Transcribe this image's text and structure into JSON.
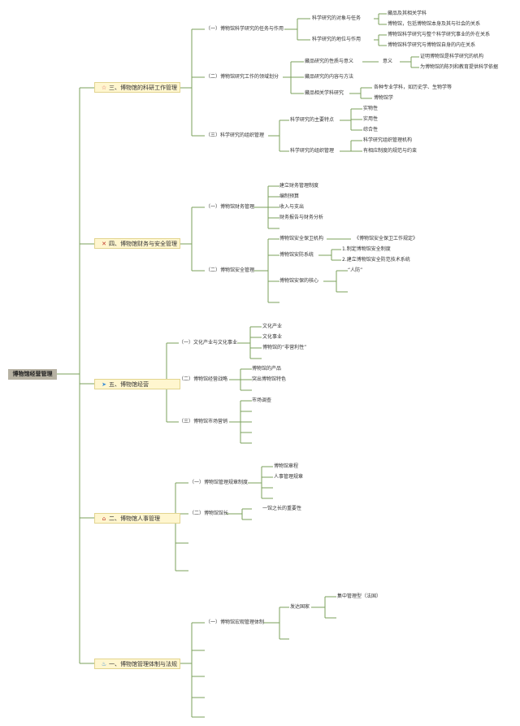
{
  "root": "博物馆经营管理",
  "colors": {
    "line": "#7ba05b",
    "root_bg": "#b7b2a3",
    "main_bg": "#fff6cf",
    "main_border": "#e2d48f"
  },
  "icons": [
    "star-icon",
    "tools-icon",
    "paper-plane-icon",
    "house-icon",
    "flame-icon"
  ],
  "sections": [
    {
      "title": "三、博物馆的科研工作管理",
      "sub": [
        {
          "title": "（一）博物馆科学研究的任务与作用",
          "items": [
            {
              "label": "科学研究的对象与任务",
              "items": [
                "藏品及其相关学科",
                "博物馆，包括博物馆本身及其与社会的关系"
              ]
            },
            {
              "label": "科学研究的地位与作用",
              "items": [
                "博物馆科学研究与整个科学研究事业的外在关系",
                "博物馆科学研究与博物馆自身的内在关系"
              ]
            }
          ]
        },
        {
          "title": "（二）博物馆研究工作的领域划分",
          "items": [
            {
              "label": "藏品研究的性质与意义",
              "items": [
                "意义"
              ],
              "deep": [
                "证明博物馆是科学研究的机构",
                "为博物馆的陈列和教育提供科学依据"
              ]
            },
            {
              "label": "藏品研究的内容与方法",
              "items": []
            },
            {
              "label": "藏品相关学科研究",
              "items": [
                "各种专业学科，如历史学、生物学等",
                "博物馆学"
              ]
            }
          ]
        },
        {
          "title": "（三）科学研究的组织管理",
          "items": [
            {
              "label": "科学研究的主要特点",
              "items": [
                "实物性",
                "实用性",
                "综合性"
              ]
            },
            {
              "label": "科学研究的组织管理",
              "items": [
                "科学研究组织管理机构",
                "有相应制度的规范与约束"
              ]
            }
          ]
        }
      ]
    },
    {
      "title": "四、博物馆财务与安全管理",
      "sub": [
        {
          "title": "（一）博物馆财务管理",
          "items": [
            "建立财务管理制度",
            "编制预算",
            "收入与支出",
            "财务报告与财务分析"
          ]
        },
        {
          "title": "（二）博物馆安全管理",
          "items": [
            {
              "label": "博物馆安全保卫机构",
              "items": [
                "《博物馆安全保卫工作规定》"
              ]
            },
            {
              "label": "博物馆安防系统",
              "items": [
                "1.制定博物馆安全制度",
                "2.建立博物馆安全防范技术系统"
              ]
            },
            {
              "label": "博物馆安保的核心",
              "items": [
                "“人防”"
              ]
            }
          ]
        }
      ]
    },
    {
      "title": "五、博物馆经营",
      "sub": [
        {
          "title": "（一）文化产业与文化事业",
          "items": [
            "文化产业",
            "文化事业",
            "博物馆的“非营利性”"
          ]
        },
        {
          "title": "（二）博物馆经营战略",
          "items": [
            "博物馆的产品",
            "突出博物馆特色"
          ]
        },
        {
          "title": "（三）博物馆市场营销",
          "items": [
            "市场调查"
          ]
        }
      ]
    },
    {
      "title": "二、博物馆人事管理",
      "sub": [
        {
          "title": "（一）博物馆管理规章制度",
          "items": [
            "博物馆章程",
            "人事管理规章"
          ]
        },
        {
          "title": "（二）博物馆馆长",
          "items": [
            "一馆之长的重要性"
          ]
        }
      ]
    },
    {
      "title": "一、博物馆管理体制与法规",
      "sub": [
        {
          "title": "（一）博物馆宏观管理体制",
          "items": [
            {
              "label": "发达国家",
              "items": [
                "集中管理型（法国）"
              ]
            }
          ]
        }
      ]
    }
  ]
}
